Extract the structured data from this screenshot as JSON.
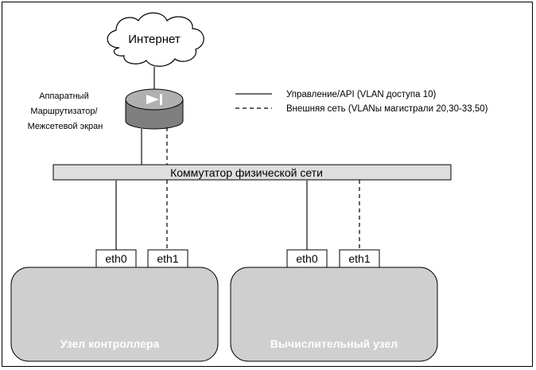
{
  "internet": {
    "label": "Интернет",
    "icon": "cloud-icon"
  },
  "router": {
    "label_lines": [
      "Аппаратный",
      "Маршрутизатор/",
      "Межсетевой экран"
    ],
    "icon": "router-icon"
  },
  "legend": {
    "solid_label": "Управление/API (VLAN доступа 10)",
    "dashed_label": "Внешняя сеть (VLANы магистрали 20,30-33,50)"
  },
  "switch": {
    "label": "Коммутатор физической сети"
  },
  "nodes": [
    {
      "label": "Узел контроллера",
      "ports": [
        "eth0",
        "eth1"
      ]
    },
    {
      "label": "Вычислительный узел",
      "ports": [
        "eth0",
        "eth1"
      ]
    }
  ],
  "colors": {
    "line_solid": "#6f6f6f",
    "switch_fill": "#dedede",
    "node_fill": "#cfcfcf",
    "router_fill": "#7f7f7f"
  }
}
